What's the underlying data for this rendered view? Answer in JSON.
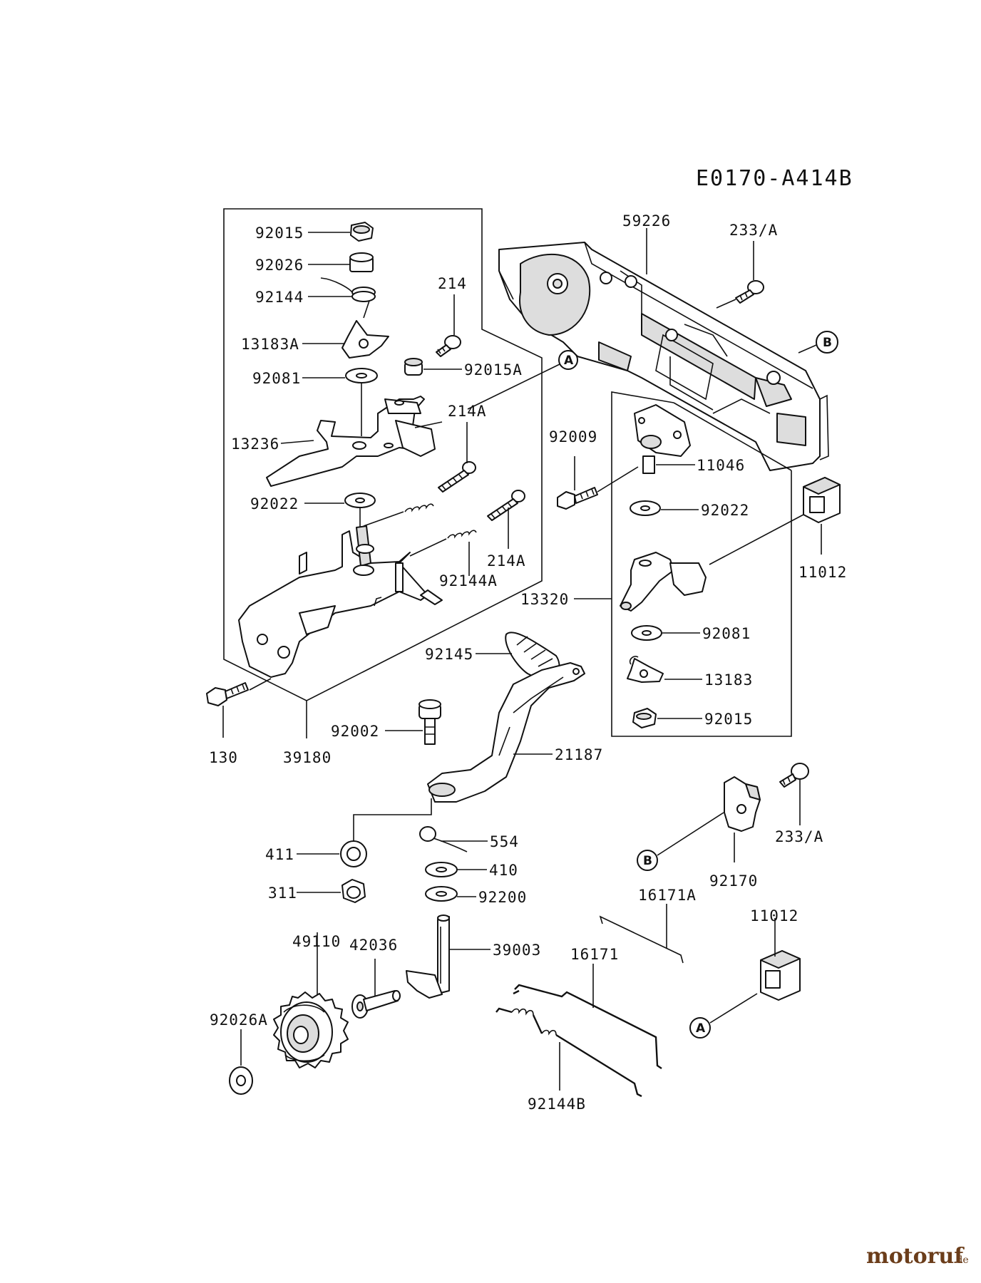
{
  "diagram_code": "E0170-A414B",
  "parts": {
    "p92015": "92015",
    "p92026": "92026",
    "p92144": "92144",
    "p214": "214",
    "p13183A": "13183A",
    "p92081": "92081",
    "p92015A": "92015A",
    "p214A_top": "214A",
    "p13236": "13236",
    "p92022": "92022",
    "p214A_bottom": "214A",
    "p92144A": "92144A",
    "p130": "130",
    "p39180": "39180",
    "p59226": "59226",
    "p233A_top": "233/A",
    "p92009": "92009",
    "p11046": "11046",
    "p92022_r": "92022",
    "p11012_r": "11012",
    "p13320": "13320",
    "p92081_r": "92081",
    "p13183": "13183",
    "p92015_r": "92015",
    "p92145": "92145",
    "p92002": "92002",
    "p21187": "21187",
    "p411": "411",
    "p554": "554",
    "p410": "410",
    "p311": "311",
    "p92200": "92200",
    "p39003": "39003",
    "p49110": "49110",
    "p42036": "42036",
    "p92026A": "92026A",
    "p16171A": "16171A",
    "p16171": "16171",
    "p92144B": "92144B",
    "p92170": "92170",
    "p233A_bottom": "233/A",
    "p11012_b": "11012"
  },
  "refs": {
    "A": "A",
    "B": "B"
  },
  "watermark": {
    "brand": "motoruf",
    "suffix": ".de"
  }
}
